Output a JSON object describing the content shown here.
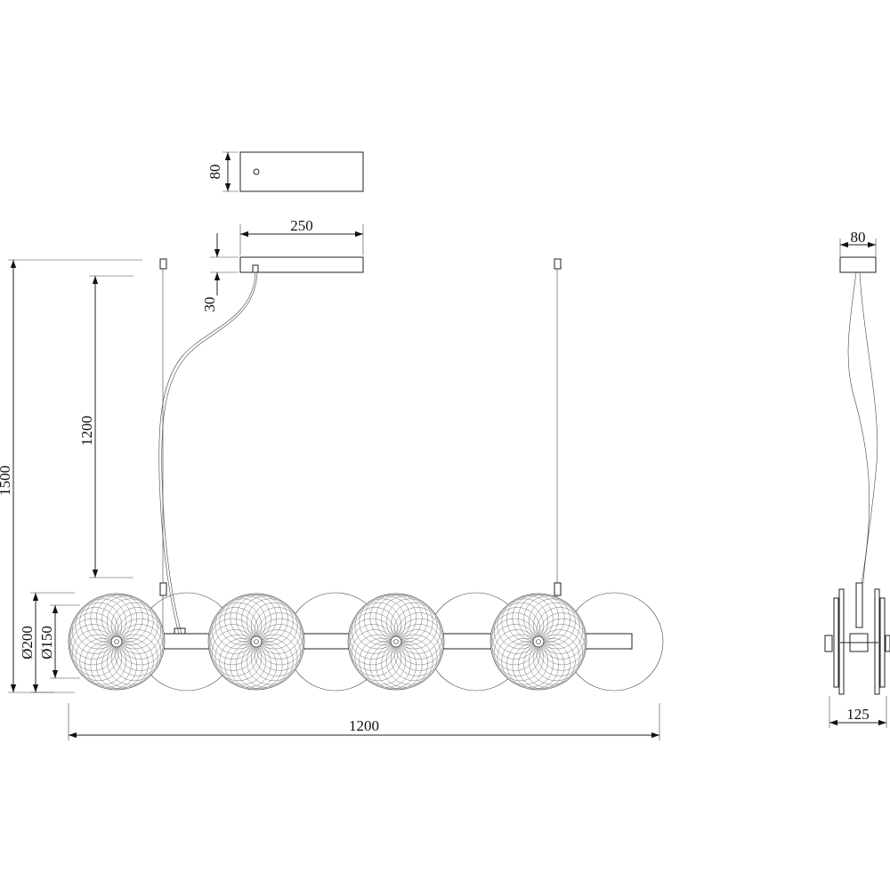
{
  "drawing": {
    "dimensions": {
      "canopy_height": "80",
      "canopy_length": "250",
      "canopy_thickness": "30",
      "suspension_length": "1200",
      "total_height": "1500",
      "disc_diameter_outer": "Ø200",
      "disc_diameter_inner": "Ø150",
      "total_length": "1200",
      "side_canopy_width": "80",
      "side_depth": "125"
    }
  }
}
